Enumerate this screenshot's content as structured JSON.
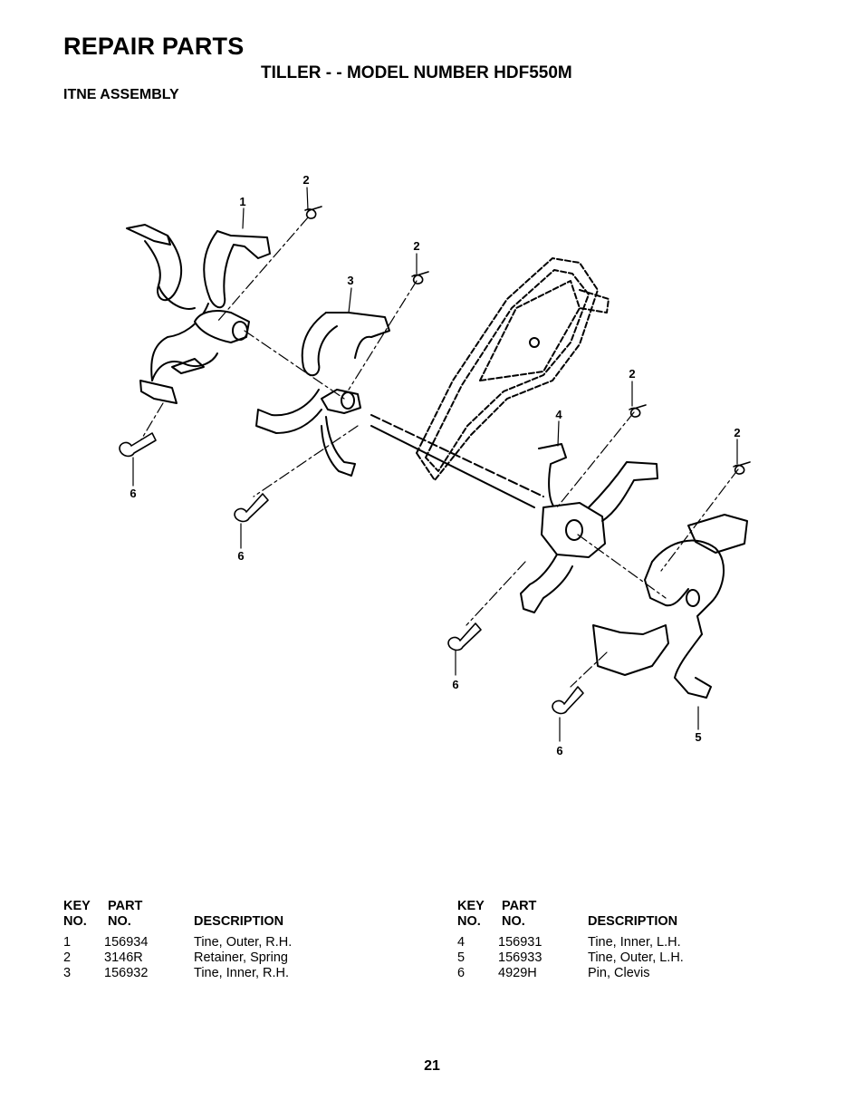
{
  "header": {
    "title": "REPAIR PARTS",
    "subtitle": "TILLER - - MODEL NUMBER HDF550M",
    "section": "ITNE ASSEMBLY"
  },
  "callouts": [
    "2",
    "1",
    "2",
    "3",
    "2",
    "4",
    "2",
    "6",
    "6",
    "6",
    "6",
    "5"
  ],
  "parts_table": {
    "headers": {
      "key_line1": "KEY",
      "key_line2": "NO.",
      "part_line1": "PART",
      "part_line2": "NO.",
      "description": "DESCRIPTION"
    },
    "left": [
      {
        "key": "1",
        "part": "156934",
        "description": "Tine, Outer, R.H."
      },
      {
        "key": "2",
        "part": "3146R",
        "description": "Retainer, Spring"
      },
      {
        "key": "3",
        "part": "156932",
        "description": "Tine, Inner, R.H."
      }
    ],
    "right": [
      {
        "key": "4",
        "part": "156931",
        "description": "Tine, Inner,  L.H."
      },
      {
        "key": "5",
        "part": "156933",
        "description": "Tine, Outer, L.H."
      },
      {
        "key": "6",
        "part": "4929H",
        "description": "Pin, Clevis"
      }
    ]
  },
  "page_number": "21"
}
